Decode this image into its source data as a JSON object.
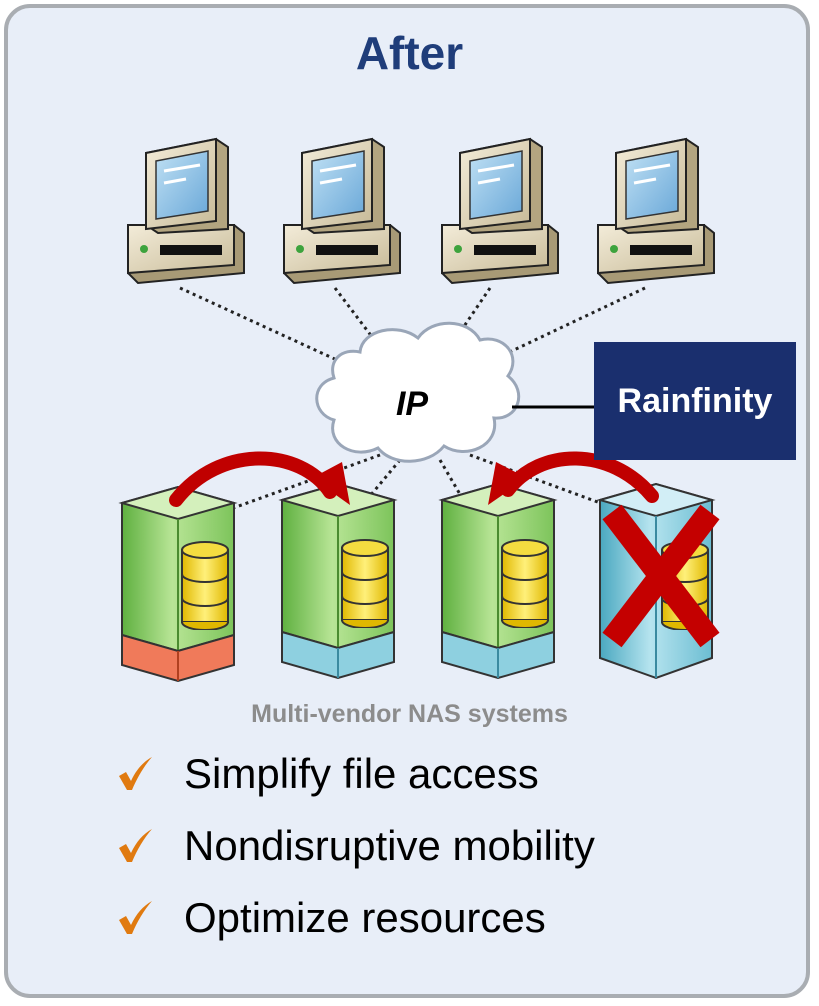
{
  "title": "After",
  "network": {
    "label": "IP"
  },
  "controller": {
    "label": "Rainfinity"
  },
  "storage": {
    "caption": "Multi-vendor NAS systems"
  },
  "benefits": [
    "Simplify file access",
    "Nondisruptive mobility",
    "Optimize resources"
  ],
  "colors": {
    "panel_bg": "#e8eef8",
    "title": "#1f3d7a",
    "controller_bg": "#1a2f6e",
    "arrow": "#c00000",
    "checkmark": "#e07a10",
    "nas_green": "#8fd06a",
    "nas_blue": "#8ed0e0"
  },
  "icons": [
    "desktop-computer-icon",
    "cloud-icon",
    "nas-server-icon",
    "database-icon",
    "red-x-icon",
    "checkmark-icon"
  ]
}
